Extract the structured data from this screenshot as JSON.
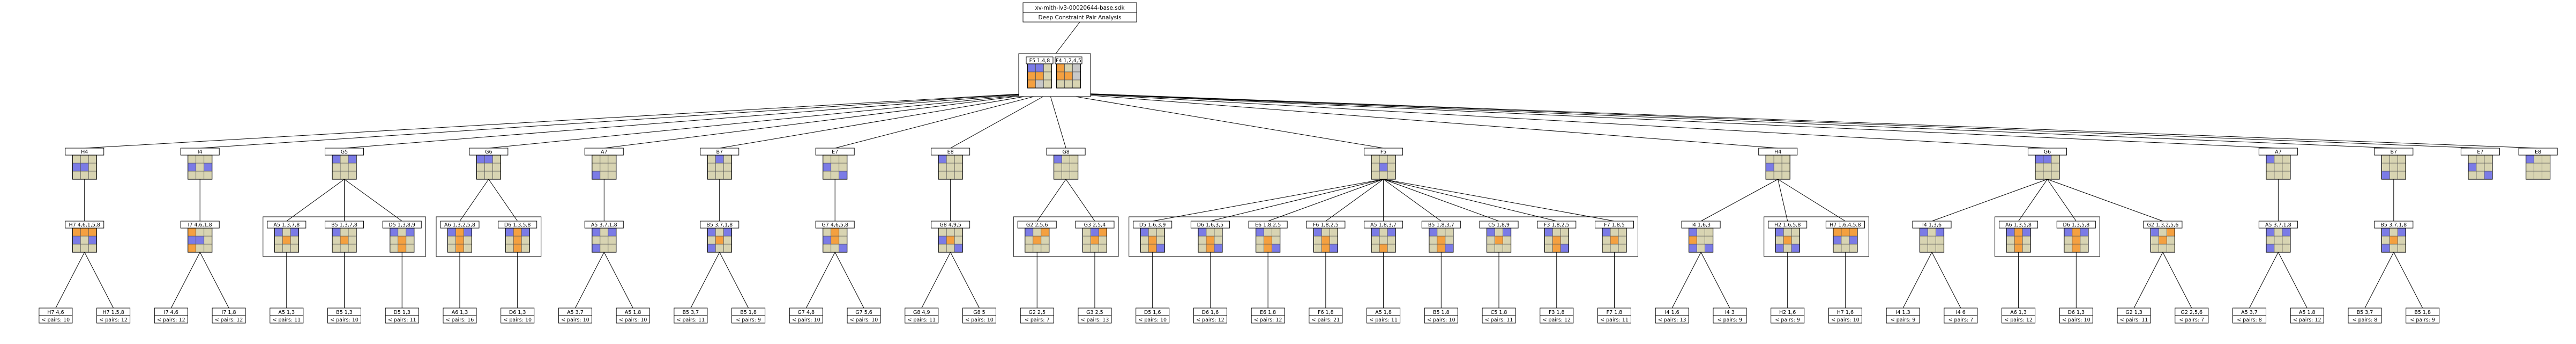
{
  "title": {
    "line1": "xv-mith-lv3-00020644-base.sdk",
    "line2": "Deep Constraint Pair Analysis"
  },
  "colors": {
    "tan": "#d8d4b2",
    "orange": "#f4a040",
    "blue": "#7b7be6",
    "grey": "#c8c8c8",
    "edge": "#000000"
  },
  "root_pair": [
    {
      "label": "F5 1,4,8",
      "grid": [
        "bbt",
        "oot",
        "ogt"
      ]
    },
    {
      "label": "F4 1,2,4,5",
      "grid": [
        "otg",
        "oog",
        "ttt"
      ]
    }
  ],
  "level1": [
    {
      "id": "H4",
      "label": "H4",
      "grid": [
        "ttt",
        "bbt",
        "ttt"
      ]
    },
    {
      "id": "I4",
      "label": "I4",
      "grid": [
        "ttt",
        "btb",
        "ttt"
      ]
    },
    {
      "id": "G5",
      "label": "G5",
      "grid": [
        "btb",
        "ttt",
        "ttt"
      ]
    },
    {
      "id": "G6",
      "label": "G6",
      "grid": [
        "bbt",
        "ttt",
        "ttt"
      ]
    },
    {
      "id": "A7",
      "label": "A7",
      "grid": [
        "ttt",
        "ttt",
        "btt"
      ]
    },
    {
      "id": "B7",
      "label": "B7",
      "grid": [
        "tbt",
        "ttt",
        "ttt"
      ]
    },
    {
      "id": "E7",
      "label": "E7",
      "grid": [
        "ttt",
        "btt",
        "ttb"
      ]
    },
    {
      "id": "E8",
      "label": "E8",
      "grid": [
        "btt",
        "ttt",
        "ttt"
      ]
    },
    {
      "id": "G8",
      "label": "G8",
      "grid": [
        "btt",
        "ttt",
        "ttt"
      ]
    },
    {
      "id": "F5",
      "label": "F5",
      "grid": [
        "ttt",
        "tbt",
        "ttt"
      ]
    },
    {
      "id": "H4b",
      "label": "H4",
      "grid": [
        "ttt",
        "btt",
        "ttt"
      ]
    },
    {
      "id": "G6b",
      "label": "G6",
      "grid": [
        "bbt",
        "ttt",
        "ttt"
      ]
    },
    {
      "id": "A7b",
      "label": "A7",
      "grid": [
        "btt",
        "ttt",
        "ttt"
      ]
    },
    {
      "id": "B7b",
      "label": "B7",
      "grid": [
        "ttt",
        "ttt",
        "btt"
      ]
    },
    {
      "id": "E7b",
      "label": "E7",
      "grid": [
        "ttt",
        "btt",
        "ttb"
      ]
    },
    {
      "id": "E8b",
      "label": "E8",
      "grid": [
        "btt",
        "ttt",
        "ttt"
      ]
    }
  ],
  "level2": [
    {
      "id": "H7",
      "parent": "H4",
      "label": "H7 4,6,1,5,8",
      "grid": [
        "ooo",
        "btb",
        "ttt"
      ]
    },
    {
      "id": "I7",
      "parent": "I4",
      "label": "I7 4,6,1,8",
      "grid": [
        "ott",
        "bbt",
        "ott"
      ]
    },
    {
      "id": "A5",
      "parent": "G5",
      "label": "A5 1,3,7,8",
      "grid": [
        "btb",
        "tot",
        "ttt"
      ]
    },
    {
      "id": "B5",
      "parent": "G5",
      "label": "B5 1,3,7,8",
      "grid": [
        "btt",
        "tot",
        "ttt"
      ]
    },
    {
      "id": "D5",
      "parent": "G5",
      "label": "D5 1,3,8,9",
      "grid": [
        "btb",
        "tot",
        "tot"
      ]
    },
    {
      "id": "A6",
      "parent": "G6",
      "label": "A6 1,3,2,5,8",
      "grid": [
        "bob",
        "tot",
        "tot"
      ]
    },
    {
      "id": "D6",
      "parent": "G6",
      "label": "D6 1,3,5,8",
      "grid": [
        "bob",
        "tot",
        "tot"
      ]
    },
    {
      "id": "A5b",
      "parent": "A7",
      "label": "A5 3,7,1,8",
      "grid": [
        "btb",
        "ttt",
        "btt"
      ]
    },
    {
      "id": "B5b",
      "parent": "B7",
      "label": "B5 3,7,1,8",
      "grid": [
        "btb",
        "tot",
        "btt"
      ]
    },
    {
      "id": "G7",
      "parent": "E7",
      "label": "G7 4,6,5,8",
      "grid": [
        "tot",
        "bot",
        "ttb"
      ]
    },
    {
      "id": "G8",
      "parent": "E8",
      "label": "G8 4,9,5",
      "grid": [
        "ttt",
        "bot",
        "ttb"
      ]
    },
    {
      "id": "G2",
      "parent": "G8",
      "label": "G2 2,5,6",
      "grid": [
        "bto",
        "tot",
        "ttt"
      ]
    },
    {
      "id": "G3",
      "parent": "G8",
      "label": "G3 2,5,4",
      "grid": [
        "tbo",
        "tot",
        "ttt"
      ]
    },
    {
      "id": "D5b",
      "parent": "F5",
      "label": "D5 1,6,3,9",
      "grid": [
        "btt",
        "tot",
        "tob"
      ]
    },
    {
      "id": "D6b",
      "parent": "F5",
      "label": "D6 1,6,3,5",
      "grid": [
        "btt",
        "tot",
        "tob"
      ]
    },
    {
      "id": "E6",
      "parent": "F5",
      "label": "E6 1,8,2,5",
      "grid": [
        "btt",
        "tot",
        "tob"
      ]
    },
    {
      "id": "F6",
      "parent": "F5",
      "label": "F6 1,8,2,5",
      "grid": [
        "btt",
        "tot",
        "tob"
      ]
    },
    {
      "id": "A5c",
      "parent": "F5",
      "label": "A5 1,8,3,7",
      "grid": [
        "btb",
        "ttt",
        "tot"
      ]
    },
    {
      "id": "B5c",
      "parent": "F5",
      "label": "B5 1,8,3,7",
      "grid": [
        "btt",
        "tot",
        "tob"
      ]
    },
    {
      "id": "C5",
      "parent": "F5",
      "label": "C5 1,8,9",
      "grid": [
        "btb",
        "tot",
        "ttt"
      ]
    },
    {
      "id": "F3",
      "parent": "F5",
      "label": "F3 1,8,2,5",
      "grid": [
        "btt",
        "tot",
        "tob"
      ]
    },
    {
      "id": "F7",
      "parent": "F5",
      "label": "F7 1,8,5",
      "grid": [
        "btt",
        "tot",
        "ttt"
      ]
    },
    {
      "id": "I4b",
      "parent": "H4b",
      "label": "I4 1,6,3",
      "grid": [
        "btt",
        "ott",
        "btb"
      ]
    },
    {
      "id": "H2",
      "parent": "H4b",
      "label": "H2 1,6,5,8",
      "grid": [
        "btt",
        "tot",
        "btb"
      ]
    },
    {
      "id": "H7b",
      "parent": "H4b",
      "label": "H7 1,6,4,5,8",
      "grid": [
        "ooo",
        "btb",
        "ttt"
      ]
    },
    {
      "id": "I4c",
      "parent": "G6b",
      "label": "I4 1,3,6",
      "grid": [
        "btb",
        "ttt",
        "ttt"
      ]
    },
    {
      "id": "A6b",
      "parent": "G6b",
      "label": "A6 1,3,5,8",
      "grid": [
        "bob",
        "tot",
        "tot"
      ]
    },
    {
      "id": "D6c",
      "parent": "G6b",
      "label": "D6 1,3,5,8",
      "grid": [
        "bob",
        "tot",
        "tot"
      ]
    },
    {
      "id": "G2b",
      "parent": "G6b",
      "label": "G2 1,3,2,5,6",
      "grid": [
        "bto",
        "tot",
        "ttt"
      ]
    },
    {
      "id": "A5d",
      "parent": "A7b",
      "label": "A5 3,7,1,8",
      "grid": [
        "btb",
        "ttt",
        "btt"
      ]
    },
    {
      "id": "B5d",
      "parent": "B7b",
      "label": "B5 3,7,1,8",
      "grid": [
        "btb",
        "tot",
        "btt"
      ]
    }
  ],
  "level3": [
    {
      "parent": "H7",
      "label": "H7 4,6",
      "info": "< pairs: 10"
    },
    {
      "parent": "H7",
      "label": "H7 1,5,8",
      "info": "< pairs: 12"
    },
    {
      "parent": "I7",
      "label": "I7 4,6",
      "info": "< pairs: 12"
    },
    {
      "parent": "I7",
      "label": "I7 1,8",
      "info": "< pairs: 12"
    },
    {
      "parent": "A5",
      "label": "A5 1,3",
      "info": "< pairs: 11"
    },
    {
      "parent": "B5",
      "label": "B5 1,3",
      "info": "< pairs: 10"
    },
    {
      "parent": "D5",
      "label": "D5 1,3",
      "info": "< pairs: 11"
    },
    {
      "parent": "A6",
      "label": "A6 1,3",
      "info": "< pairs: 16"
    },
    {
      "parent": "D6",
      "label": "D6 1,3",
      "info": "< pairs: 10"
    },
    {
      "parent": "A5b",
      "label": "A5 3,7",
      "info": "< pairs: 10"
    },
    {
      "parent": "A5b",
      "label": "A5 1,8",
      "info": "< pairs: 10"
    },
    {
      "parent": "B5b",
      "label": "B5 3,7",
      "info": "< pairs: 11"
    },
    {
      "parent": "B5b",
      "label": "B5 1,8",
      "info": "< pairs: 9"
    },
    {
      "parent": "G7",
      "label": "G7 4,8",
      "info": "< pairs: 10"
    },
    {
      "parent": "G7",
      "label": "G7 5,6",
      "info": "< pairs: 10"
    },
    {
      "parent": "G8",
      "label": "G8 4,9",
      "info": "< pairs: 11"
    },
    {
      "parent": "G8",
      "label": "G8 5",
      "info": "< pairs: 10"
    },
    {
      "parent": "G2",
      "label": "G2 2,5",
      "info": "< pairs: 7"
    },
    {
      "parent": "G3",
      "label": "G3 2,5",
      "info": "< pairs: 13"
    },
    {
      "parent": "D5b",
      "label": "D5 1,6",
      "info": "< pairs: 10"
    },
    {
      "parent": "D6b",
      "label": "D6 1,6",
      "info": "< pairs: 12"
    },
    {
      "parent": "E6",
      "label": "E6 1,8",
      "info": "< pairs: 12"
    },
    {
      "parent": "F6",
      "label": "F6 1,8",
      "info": "< pairs: 21"
    },
    {
      "parent": "A5c",
      "label": "A5 1,8",
      "info": "< pairs: 11"
    },
    {
      "parent": "B5c",
      "label": "B5 1,8",
      "info": "< pairs: 10"
    },
    {
      "parent": "C5",
      "label": "C5 1,8",
      "info": "< pairs: 11"
    },
    {
      "parent": "F3",
      "label": "F3 1,8",
      "info": "< pairs: 12"
    },
    {
      "parent": "F7",
      "label": "F7 1,8",
      "info": "< pairs: 11"
    },
    {
      "parent": "I4b",
      "label": "I4 1,6",
      "info": "< pairs: 13"
    },
    {
      "parent": "I4b",
      "label": "I4 3",
      "info": "< pairs: 9"
    },
    {
      "parent": "H2",
      "label": "H2 1,6",
      "info": "< pairs: 9"
    },
    {
      "parent": "H7b",
      "label": "H7 1,6",
      "info": "< pairs: 10"
    },
    {
      "parent": "I4c",
      "label": "I4 1,3",
      "info": "< pairs: 9"
    },
    {
      "parent": "I4c",
      "label": "I4 6",
      "info": "< pairs: 7"
    },
    {
      "parent": "A6b",
      "label": "A6 1,3",
      "info": "< pairs: 12"
    },
    {
      "parent": "D6c",
      "label": "D6 1,3",
      "info": "< pairs: 10"
    },
    {
      "parent": "G2b",
      "label": "G2 1,3",
      "info": "< pairs: 11"
    },
    {
      "parent": "G2b",
      "label": "G2 2,5,6",
      "info": "< pairs: 7"
    },
    {
      "parent": "A5d",
      "label": "A5 3,7",
      "info": "< pairs: 8"
    },
    {
      "parent": "A5d",
      "label": "A5 1,8",
      "info": "< pairs: 12"
    },
    {
      "parent": "B5d",
      "label": "B5 3,7",
      "info": "< pairs: 8"
    },
    {
      "parent": "B5d",
      "label": "B5 1,8",
      "info": "< pairs: 9"
    }
  ],
  "groups": [
    [
      "A5",
      "B5",
      "D5"
    ],
    [
      "A6",
      "D6"
    ],
    [
      "G2",
      "G3"
    ],
    [
      "D5b",
      "D6b",
      "E6",
      "F6",
      "A5c",
      "B5c",
      "C5",
      "F3",
      "F7"
    ],
    [
      "H2",
      "H7b"
    ],
    [
      "A6b",
      "D6c"
    ]
  ]
}
